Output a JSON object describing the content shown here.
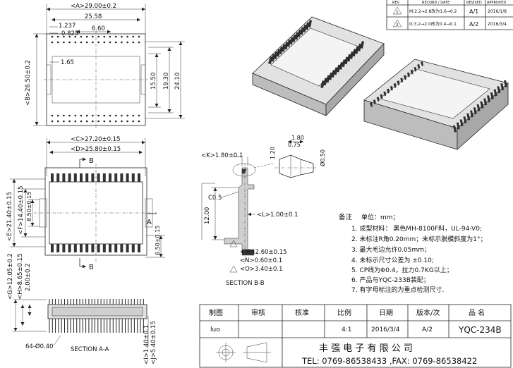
{
  "revision_table": {
    "headers": [
      "REV",
      "RECORD / DATE",
      "REVISED",
      "APPROVED"
    ],
    "rows": [
      {
        "rev": "1",
        "record": "M:2.2→2.8改为1.6→0.2",
        "revised": "A/1",
        "date": "2016/1/8"
      },
      {
        "rev": "2",
        "record": "G:3.2→2.0改为0.4→0.1",
        "revised": "A/2",
        "date": "2016/3/4"
      }
    ]
  },
  "top_view": {
    "dim_a": "<A>29.00±0.2",
    "dim_total": "25.58",
    "dim_pitch": "6.60",
    "dim_1237": "1.237",
    "dim_0825": "0.825",
    "dim_165": "1.65",
    "dim_b": "<B>26.50±0.2",
    "dim_1550": "15.50",
    "dim_1930": "19.30",
    "dim_2410": "24.10"
  },
  "front_view": {
    "dim_c": "<C>27.20±0.15",
    "dim_d": "<D>25.80±0.15",
    "dim_e": "<E>21.40±0.15",
    "dim_f": "<F>14.40±0.15",
    "dim_h": "8.50±0.15",
    "dim_650": "6.50±0.15",
    "label_b": "B",
    "label_a": "A"
  },
  "section_a": {
    "dim_g": "<G>12.05±0.2",
    "dim_h2": "<H>8.65±0.15",
    "dim_200": "2.00±0.2",
    "pins": "64-Ø0.40",
    "title": "SECTION A-A",
    "dim_i": "<I>1.40±0.1",
    "dim_j": "<J>5.40±0.15"
  },
  "section_b": {
    "dim_k": "<K>1.80±0.1",
    "dim_120": "1.20",
    "dim_180": "1.80",
    "dim_075": "0.75",
    "dim_050": "Ø0.50",
    "dim_c05": "C0.5",
    "dim_1200": "12.00",
    "dim_l": "<L>1.00±0.1",
    "dim_m": "<M>2.60±0.15",
    "dim_n": "<N>0.60±0.1",
    "dim_o": "<O>3.40±0.1",
    "title": "SECTION B-B"
  },
  "notes": {
    "label": "备注",
    "unit": "单位：mm；",
    "items": [
      "1. 成型材料：  黑色MH-8100F料，UL-94-V0;",
      "2. 未标注R角0.20mm；未标示脱模斜度为1°；",
      "3. 最大毛边允许0.05mm；",
      "4. 未标示尺寸公差为  ±0.10;",
      "5. CP线为Φ0.4，拉力0.7KG以上；",
      "6. 产品与YQC-233B装配；",
      "7. 有字母标注的为重点检测尺寸."
    ]
  },
  "title_block": {
    "headers": [
      "制图",
      "审核",
      "核准",
      "比例",
      "日期",
      "版本/次",
      "品 名"
    ],
    "values": [
      "luo",
      "",
      "",
      "4:1",
      "2016/3/4",
      "A/2",
      "YQC-234B"
    ],
    "company": "丰 强 电 子 有 限 公 司",
    "contact": "TEL: 0769-86538433 ,FAX: 0769-86538422"
  }
}
